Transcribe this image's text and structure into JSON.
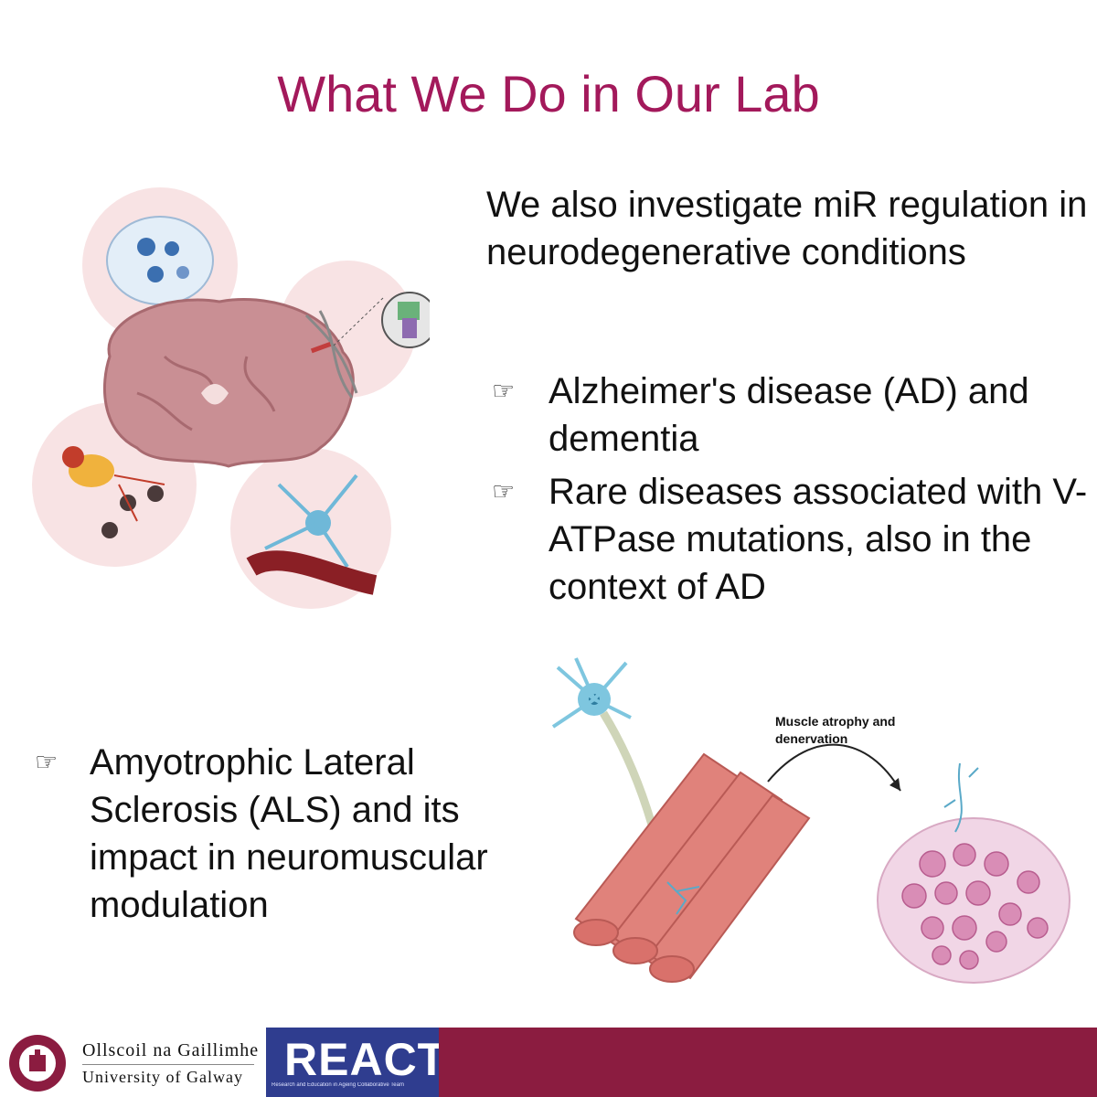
{
  "title": "What We Do in Our Lab",
  "intro": "We also investigate miR regulation in neurodegenerative conditions",
  "bullets": [
    "Alzheimer's disease (AD) and dementia",
    "Rare diseases associated with V-ATPase mutations, also in the context of AD"
  ],
  "als_bullet": "Amyotrophic Lateral Sclerosis (ALS) and its impact in neuromuscular modulation",
  "figure_annotation": "Muscle atrophy and denervation",
  "bullet_glyph": "☞",
  "footer": {
    "university_irish": "Ollscoil na Gaillimhe",
    "university_english": "University of Galway",
    "react_logo": "REACT",
    "react_tagline": "Research and Education in Ageing Collaborative Team"
  },
  "colors": {
    "title": "#a3195b",
    "footer_bar": "#8b1c40",
    "react_bg": "#2f3d8f"
  },
  "icons": [
    "pointing-hand-icon",
    "university-crest-icon",
    "react-logo-icon"
  ]
}
